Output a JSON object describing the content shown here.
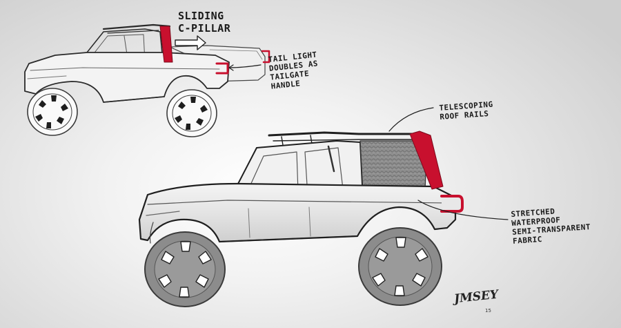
{
  "annotations": {
    "sliding_c_pillar": "Sliding\nC-Pillar",
    "tail_light": "Tail light\ndoubles as\ntailgate\nhandle",
    "telescoping": "Telescoping\nroof rails",
    "fabric": "Stretched\nwaterproof\nsemi-transparent\nfabric"
  },
  "signature": {
    "name": "JMSEY",
    "year": "15"
  },
  "colors": {
    "accent_red": "#c8102e",
    "ink": "#1f1f1f",
    "tire": "#8c8c8c"
  }
}
